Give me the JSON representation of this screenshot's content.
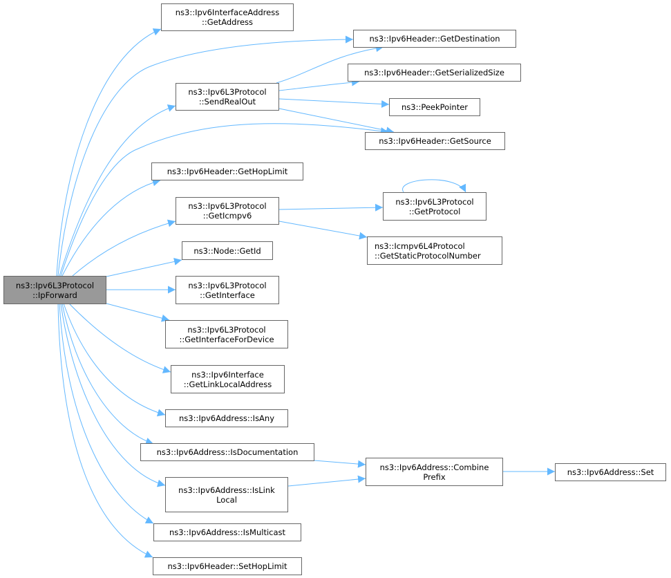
{
  "colors": {
    "edge": "#63b8ff",
    "border": "#666666",
    "root_fill": "#999999"
  },
  "nodes": {
    "root": {
      "l1": "ns3::Ipv6L3Protocol",
      "l2": "::IpForward"
    },
    "getAddress": {
      "l1": "ns3::Ipv6InterfaceAddress",
      "l2": "::GetAddress"
    },
    "getDestination": {
      "l1": "ns3::Ipv6Header::GetDestination"
    },
    "getSerializedSize": {
      "l1": "ns3::Ipv6Header::GetSerializedSize"
    },
    "sendRealOut": {
      "l1": "ns3::Ipv6L3Protocol",
      "l2": "::SendRealOut"
    },
    "peekPointer": {
      "l1": "ns3::PeekPointer"
    },
    "getSource": {
      "l1": "ns3::Ipv6Header::GetSource"
    },
    "getHopLimit": {
      "l1": "ns3::Ipv6Header::GetHopLimit"
    },
    "getIcmpv6": {
      "l1": "ns3::Ipv6L3Protocol",
      "l2": "::GetIcmpv6"
    },
    "getProtocol": {
      "l1": "ns3::Ipv6L3Protocol",
      "l2": "::GetProtocol"
    },
    "getStaticProtocolNumber": {
      "l1": "ns3::Icmpv6L4Protocol",
      "l2": "::GetStaticProtocolNumber"
    },
    "getId": {
      "l1": "ns3::Node::GetId"
    },
    "getInterface": {
      "l1": "ns3::Ipv6L3Protocol",
      "l2": "::GetInterface"
    },
    "getInterfaceForDevice": {
      "l1": "ns3::Ipv6L3Protocol",
      "l2": "::GetInterfaceForDevice"
    },
    "getLinkLocalAddress": {
      "l1": "ns3::Ipv6Interface",
      "l2": "::GetLinkLocalAddress"
    },
    "isAny": {
      "l1": "ns3::Ipv6Address::IsAny"
    },
    "isDocumentation": {
      "l1": "ns3::Ipv6Address::IsDocumentation"
    },
    "isLinkLocal": {
      "l1": "ns3::Ipv6Address::IsLink",
      "l2": "Local"
    },
    "combinePrefix": {
      "l1": "ns3::Ipv6Address::Combine",
      "l2": "Prefix"
    },
    "set": {
      "l1": "ns3::Ipv6Address::Set"
    },
    "isMulticast": {
      "l1": "ns3::Ipv6Address::IsMulticast"
    },
    "setHopLimit": {
      "l1": "ns3::Ipv6Header::SetHopLimit"
    }
  }
}
